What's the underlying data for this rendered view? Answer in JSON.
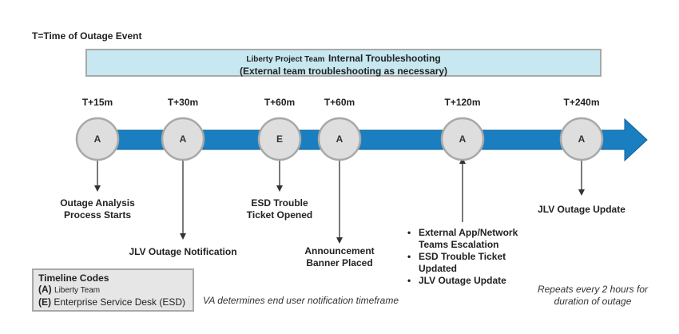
{
  "header": {
    "title": "T=Time of Outage Event"
  },
  "banner": {
    "prefix": "Liberty Project Team",
    "main": "Internal Troubleshooting",
    "line2": "(External team troubleshooting as necessary)"
  },
  "nodes": [
    {
      "time": "T+15m",
      "letter": "A",
      "label_lines": [
        "Outage Analysis",
        "Process Starts"
      ]
    },
    {
      "time": "T+30m",
      "letter": "A",
      "label_lines": [
        "JLV Outage Notification"
      ]
    },
    {
      "time": "T+60m",
      "letter": "E",
      "label_lines": [
        "ESD Trouble",
        "Ticket Opened"
      ]
    },
    {
      "time": "T+60m",
      "letter": "A",
      "label_lines": [
        "Announcement",
        "Banner Placed"
      ]
    },
    {
      "time": "T+120m",
      "letter": "A",
      "label_lines": []
    },
    {
      "time": "T+240m",
      "letter": "A",
      "label_lines": [
        "JLV Outage Update"
      ]
    }
  ],
  "bullets": [
    "External App/Network Teams Escalation",
    "ESD Trouble Ticket Updated",
    "JLV Outage Update"
  ],
  "codes": {
    "title": "Timeline Codes",
    "items": [
      {
        "key": "(A)",
        "text": "Liberty Team"
      },
      {
        "key": "(E)",
        "text": "Enterprise Service Desk (ESD)"
      }
    ]
  },
  "notes": {
    "center": "VA determines end user notification timeframe",
    "right_line1": "Repeats every 2 hours for",
    "right_line2": "duration of outage"
  },
  "colors": {
    "arrow": "#1a7fc1",
    "banner": "#c7e8f0",
    "node_fill": "#dedede",
    "node_stroke": "#a8a8a8"
  }
}
